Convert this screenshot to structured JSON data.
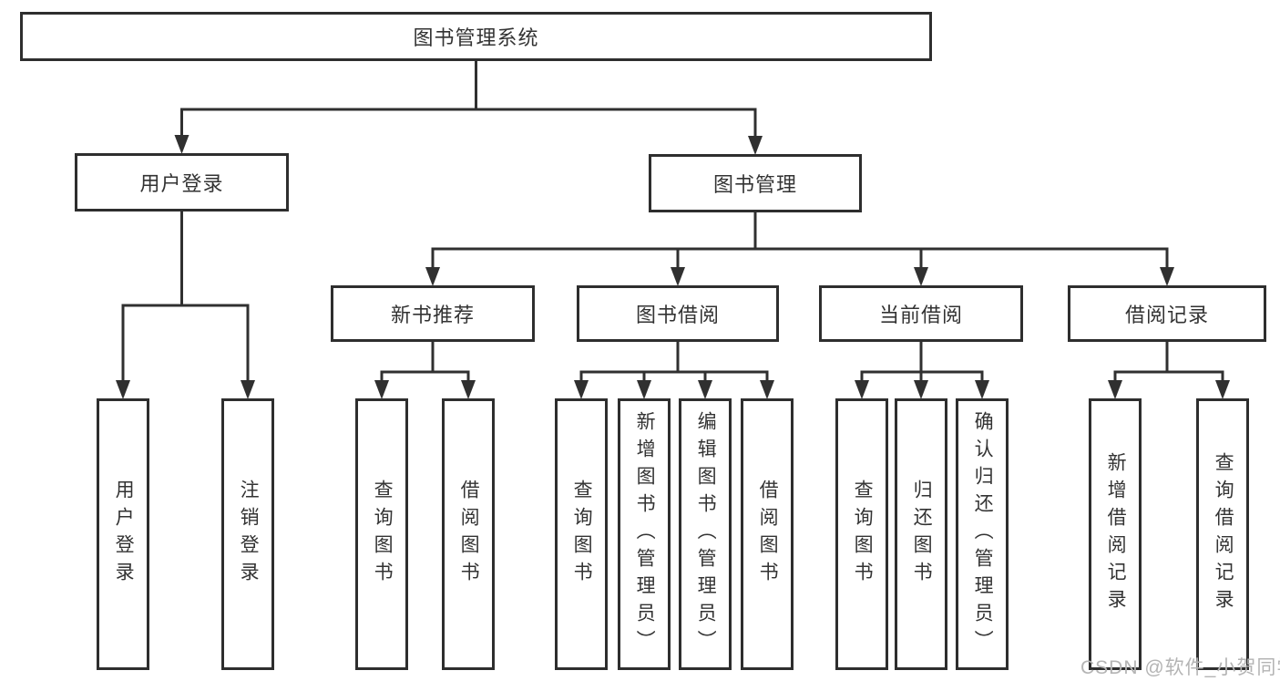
{
  "diagram": {
    "root_label": "图书管理系统",
    "level2": {
      "user_login": "用户登录",
      "book_management": "图书管理"
    },
    "level3": {
      "new_book_recommendation": "新书推荐",
      "book_borrowing": "图书借阅",
      "current_borrowing": "当前借阅",
      "borrowing_records": "借阅记录"
    },
    "leaves": {
      "user_login": [
        "用户登录",
        "注销登录"
      ],
      "new_book_recommendation": [
        "查询图书",
        "借阅图书"
      ],
      "book_borrowing": [
        "查询图书",
        "新增图书（管理员）",
        "编辑图书（管理员）",
        "借阅图书"
      ],
      "current_borrowing": [
        "查询图书",
        "归还图书",
        "确认归还（管理员）"
      ],
      "borrowing_records": [
        "新增借阅记录",
        "查询借阅记录"
      ]
    }
  },
  "watermark": "CSDN @软件_小贺同学",
  "colors": {
    "line": "#303030",
    "border": "#2e2e2e",
    "text": "#333333",
    "watermark": "#b4b4b4",
    "background": "#ffffff"
  }
}
